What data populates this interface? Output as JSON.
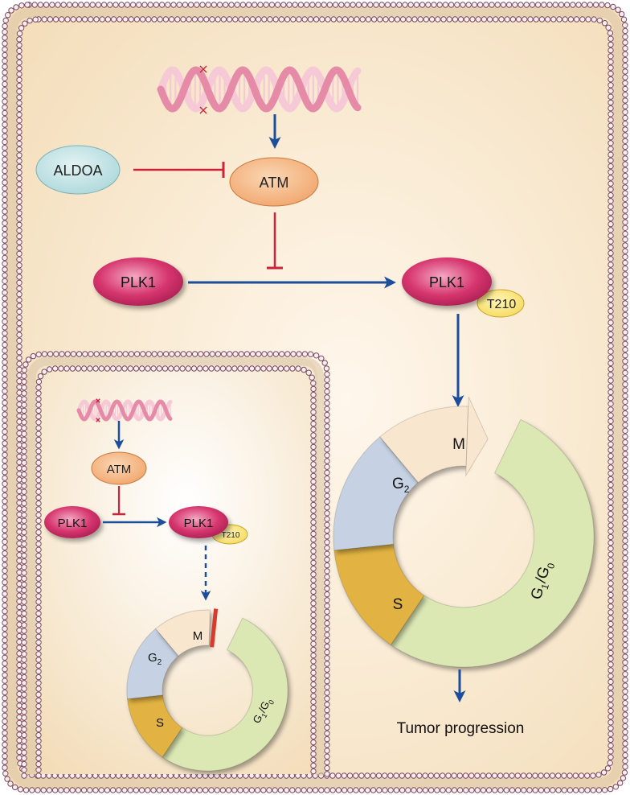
{
  "colors": {
    "cytoplasm_outer": "#f3dcb7",
    "cytoplasm_inner": "#fff7ec",
    "membrane_bead": "#7a4a5e",
    "membrane_tail": "#d8c3a2",
    "aldoa_fill": "#a9d6d9",
    "atm_fill": "#f0a266",
    "plk1_fill": "#d6356d",
    "t210_fill": "#f5d95a",
    "inhibit_red": "#c9243b",
    "activate_blue": "#1c4e9c",
    "dna_pink": "#e58aa7",
    "dna_light": "#f6c9d6",
    "phase_m": "#f8e6cf",
    "phase_g2": "#c6d2e3",
    "phase_s": "#e2b342",
    "phase_g1": "#dbe8b4",
    "block_red": "#d93a2b"
  },
  "main_cell": {
    "aldoa_label": "ALDOA",
    "atm_label": "ATM",
    "plk1_left_label": "PLK1",
    "plk1_right_label": "PLK1",
    "t210_label": "T210",
    "phase_m": "M",
    "phase_g2_base": "G",
    "phase_g2_sub": "2",
    "phase_s": "S",
    "phase_g1_base_a": "G",
    "phase_g1_sub_a": "1",
    "phase_g1_slash": "/G",
    "phase_g1_sub_b": "0",
    "outcome_label": "Tumor progression"
  },
  "inset_cell": {
    "atm_label": "ATM",
    "plk1_left_label": "PLK1",
    "plk1_right_label": "PLK1",
    "t210_label": "T210",
    "phase_m": "M",
    "phase_g2_base": "G",
    "phase_g2_sub": "2",
    "phase_s": "S",
    "phase_g1_base_a": "G",
    "phase_g1_sub_a": "1",
    "phase_g1_slash": "/G",
    "phase_g1_sub_b": "0"
  },
  "icons": {
    "dna_damage_main": "dna-double-helix-with-breaks",
    "dna_damage_inset": "dna-double-helix-with-breaks",
    "membrane": "phospholipid-bilayer"
  }
}
